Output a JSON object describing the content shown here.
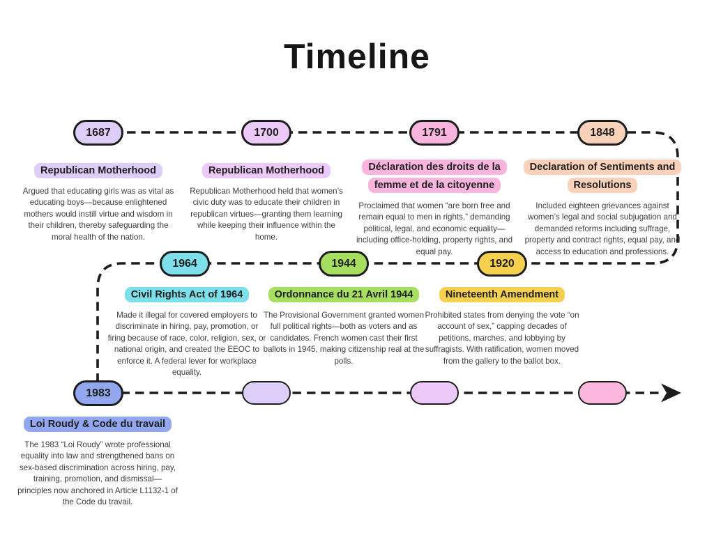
{
  "title": "Timeline",
  "line_color": "#1c1c1c",
  "events": [
    {
      "year": "1687",
      "color": "#dccef8",
      "heading": "Republican Motherhood",
      "body": "Argued that educating girls was as vital as educating boys—because enlightened mothers would instill virtue and wisdom in their children, thereby safeguarding the moral health of the nation."
    },
    {
      "year": "1700",
      "color": "#ecc9f8",
      "heading": "Republican Motherhood",
      "body": "Republican Motherhood held that women’s civic duty was to educate their children in republican virtues—granting them learning while keeping their influence within the home."
    },
    {
      "year": "1791",
      "color": "#fab5de",
      "heading": "Déclaration des droits de la femme et de la citoyenne",
      "body": "Proclaimed that women “are born free and remain equal to men in rights,” demanding political, legal, and economic equality—including office-holding, property rights, and equal pay."
    },
    {
      "year": "1848",
      "color": "#fad2b9",
      "heading": "Declaration of Sentiments and Resolutions",
      "body": "Included eighteen grievances against women’s legal and social subjugation and demanded reforms including suffrage, property and contract rights, equal pay, and access to education and professions."
    },
    {
      "year": "1964",
      "color": "#7ddfe9",
      "heading": "Civil Rights Act of 1964",
      "body": "Made it illegal for covered employers to discriminate in hiring, pay, promotion, or firing because of race, color, religion, sex, or national origin, and created the EEOC to enforce it. A federal lever for workplace equality."
    },
    {
      "year": "1944",
      "color": "#a6de60",
      "heading": "Ordonnance du 21 Avril 1944",
      "body": "The Provisional Government granted women full political rights—both as voters and as candidates. French women cast their first ballots in 1945, making citizenship real at the polls."
    },
    {
      "year": "1920",
      "color": "#f6d14f",
      "heading": "Nineteenth Amendment",
      "body": "Prohibited states from denying the vote “on account of sex,” capping decades of petitions, marches, and lobbying by suffragists. With ratification, women moved from the gallery to the ballot box."
    },
    {
      "year": "1983",
      "color": "#92a7f0",
      "heading": "Loi Roudy & Code du travail",
      "body": "The 1983 “Loi Roudy” wrote professional equality into law and strengthened bans on sex-based discrimination across hiring, pay, training, promotion, and dismissal—principles now anchored in Article L1132-1 of the Code du travail."
    }
  ],
  "placeholders": [
    {
      "color": "#dccef8"
    },
    {
      "color": "#ecc9f8"
    },
    {
      "color": "#fbb7de"
    }
  ]
}
